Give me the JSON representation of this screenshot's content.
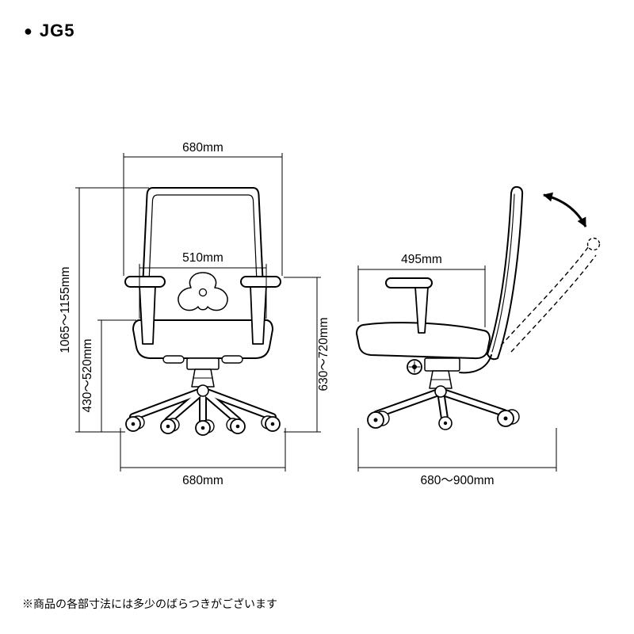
{
  "colors": {
    "background": "#ffffff",
    "line": "#000000"
  },
  "header": {
    "bullet": "●",
    "model": "JG5"
  },
  "dims": {
    "front_top_width": "680mm",
    "front_seat_width": "510mm",
    "front_total_height": "1065〜1155mm",
    "front_seat_height": "430〜520mm",
    "front_armrest_height": "630〜720mm",
    "front_base_width": "680mm",
    "side_seat_depth": "495mm",
    "side_base_depth": "680〜900mm"
  },
  "note": "※商品の各部寸法には多少のばらつきがございます"
}
